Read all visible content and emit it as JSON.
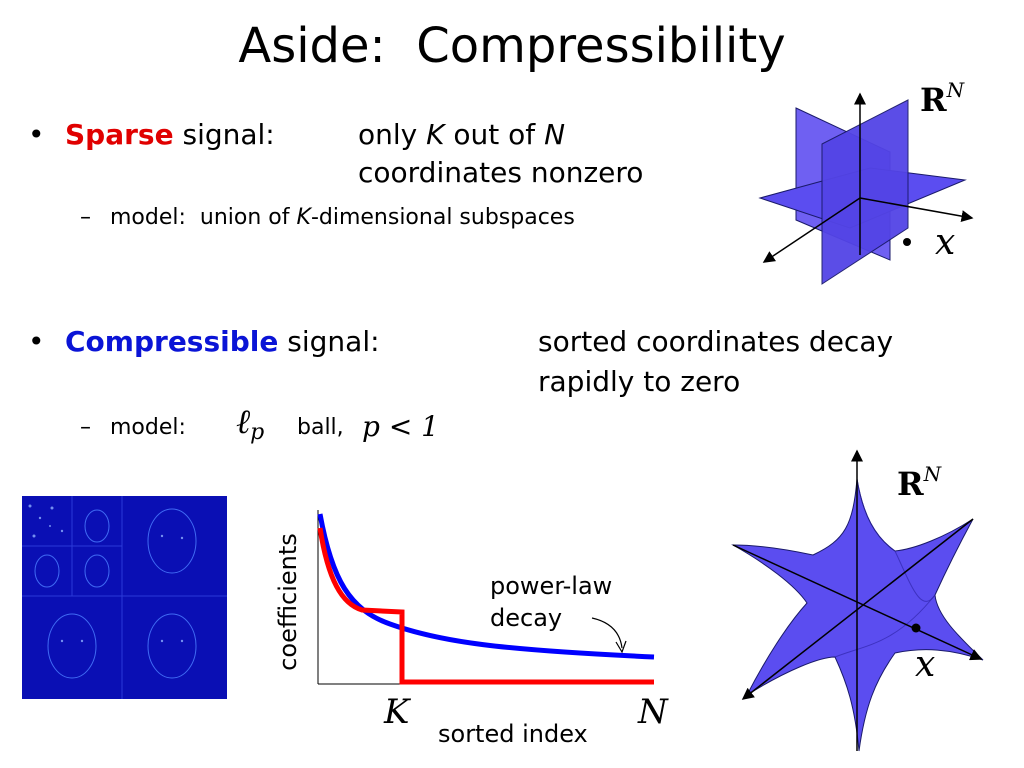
{
  "slide": {
    "title": "Aside:  Compressibility"
  },
  "bullets": [
    {
      "term": "Sparse",
      "term_color": "#e00000",
      "suffix": "signal:",
      "desc_part1": "only ",
      "desc_K": "K",
      "desc_part2": " out of ",
      "desc_N": "N",
      "desc_line2": "coordinates nonzero",
      "sub_prefix": "model:  union of ",
      "sub_K": "K",
      "sub_suffix": "-dimensional subspaces",
      "sub_dash": "–"
    },
    {
      "term": "Compressible",
      "term_color": "#0a14d6",
      "suffix": "signal:",
      "desc_line1": "sorted coordinates decay",
      "desc_line2": "rapidly to zero",
      "sub_prefix": "model:",
      "sub_lp_l": "ℓ",
      "sub_lp_p": "p",
      "sub_mid": " ball, ",
      "sub_ineq": "p < 1",
      "sub_dash": "–"
    }
  ],
  "bullet_symbol": "•",
  "figures": {
    "subspace_label_base": "R",
    "subspace_label_sup": "N",
    "subspace_point": "x",
    "ball_label_base": "R",
    "ball_label_sup": "N",
    "ball_point": "x",
    "surface_color": "#5b4df0"
  },
  "decay_plot": {
    "ylabel": "coefficients",
    "xlabel": "sorted index",
    "tick_K": "K",
    "tick_N": "N",
    "annotation_line1": "power-law",
    "annotation_line2": "decay",
    "power_law_color": "#0000ff",
    "sparse_color": "#ff0000"
  },
  "chart_data": {
    "type": "line",
    "title": "",
    "xlabel": "sorted index",
    "ylabel": "coefficients",
    "x_ticks": [
      "K",
      "N"
    ],
    "grid": false,
    "series": [
      {
        "name": "power-law decay",
        "color": "#0000ff"
      },
      {
        "color": "#ff0000"
      }
    ]
  }
}
